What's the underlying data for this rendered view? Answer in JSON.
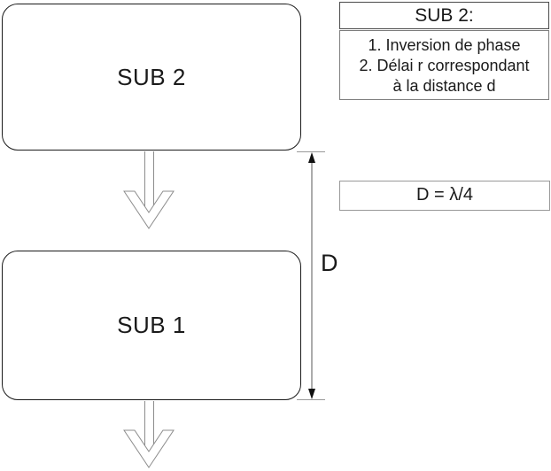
{
  "boxes": {
    "sub2": {
      "label": "SUB 2"
    },
    "sub1": {
      "label": "SUB 1"
    }
  },
  "legend": {
    "title": "SUB 2:",
    "items": [
      "1. Inversion de phase",
      "2. Délai r correspondant",
      "à la distance d"
    ]
  },
  "formula": "D = λ/4",
  "dimension_label": "D",
  "colors": {
    "box_border": "#1a1a1a",
    "arrow_outline": "#8c8c8c",
    "dimension_line": "#5a5a5a",
    "dimension_arrowhead": "#111111",
    "tick": "#999999",
    "background": "#ffffff",
    "text": "#1a1a1a"
  }
}
